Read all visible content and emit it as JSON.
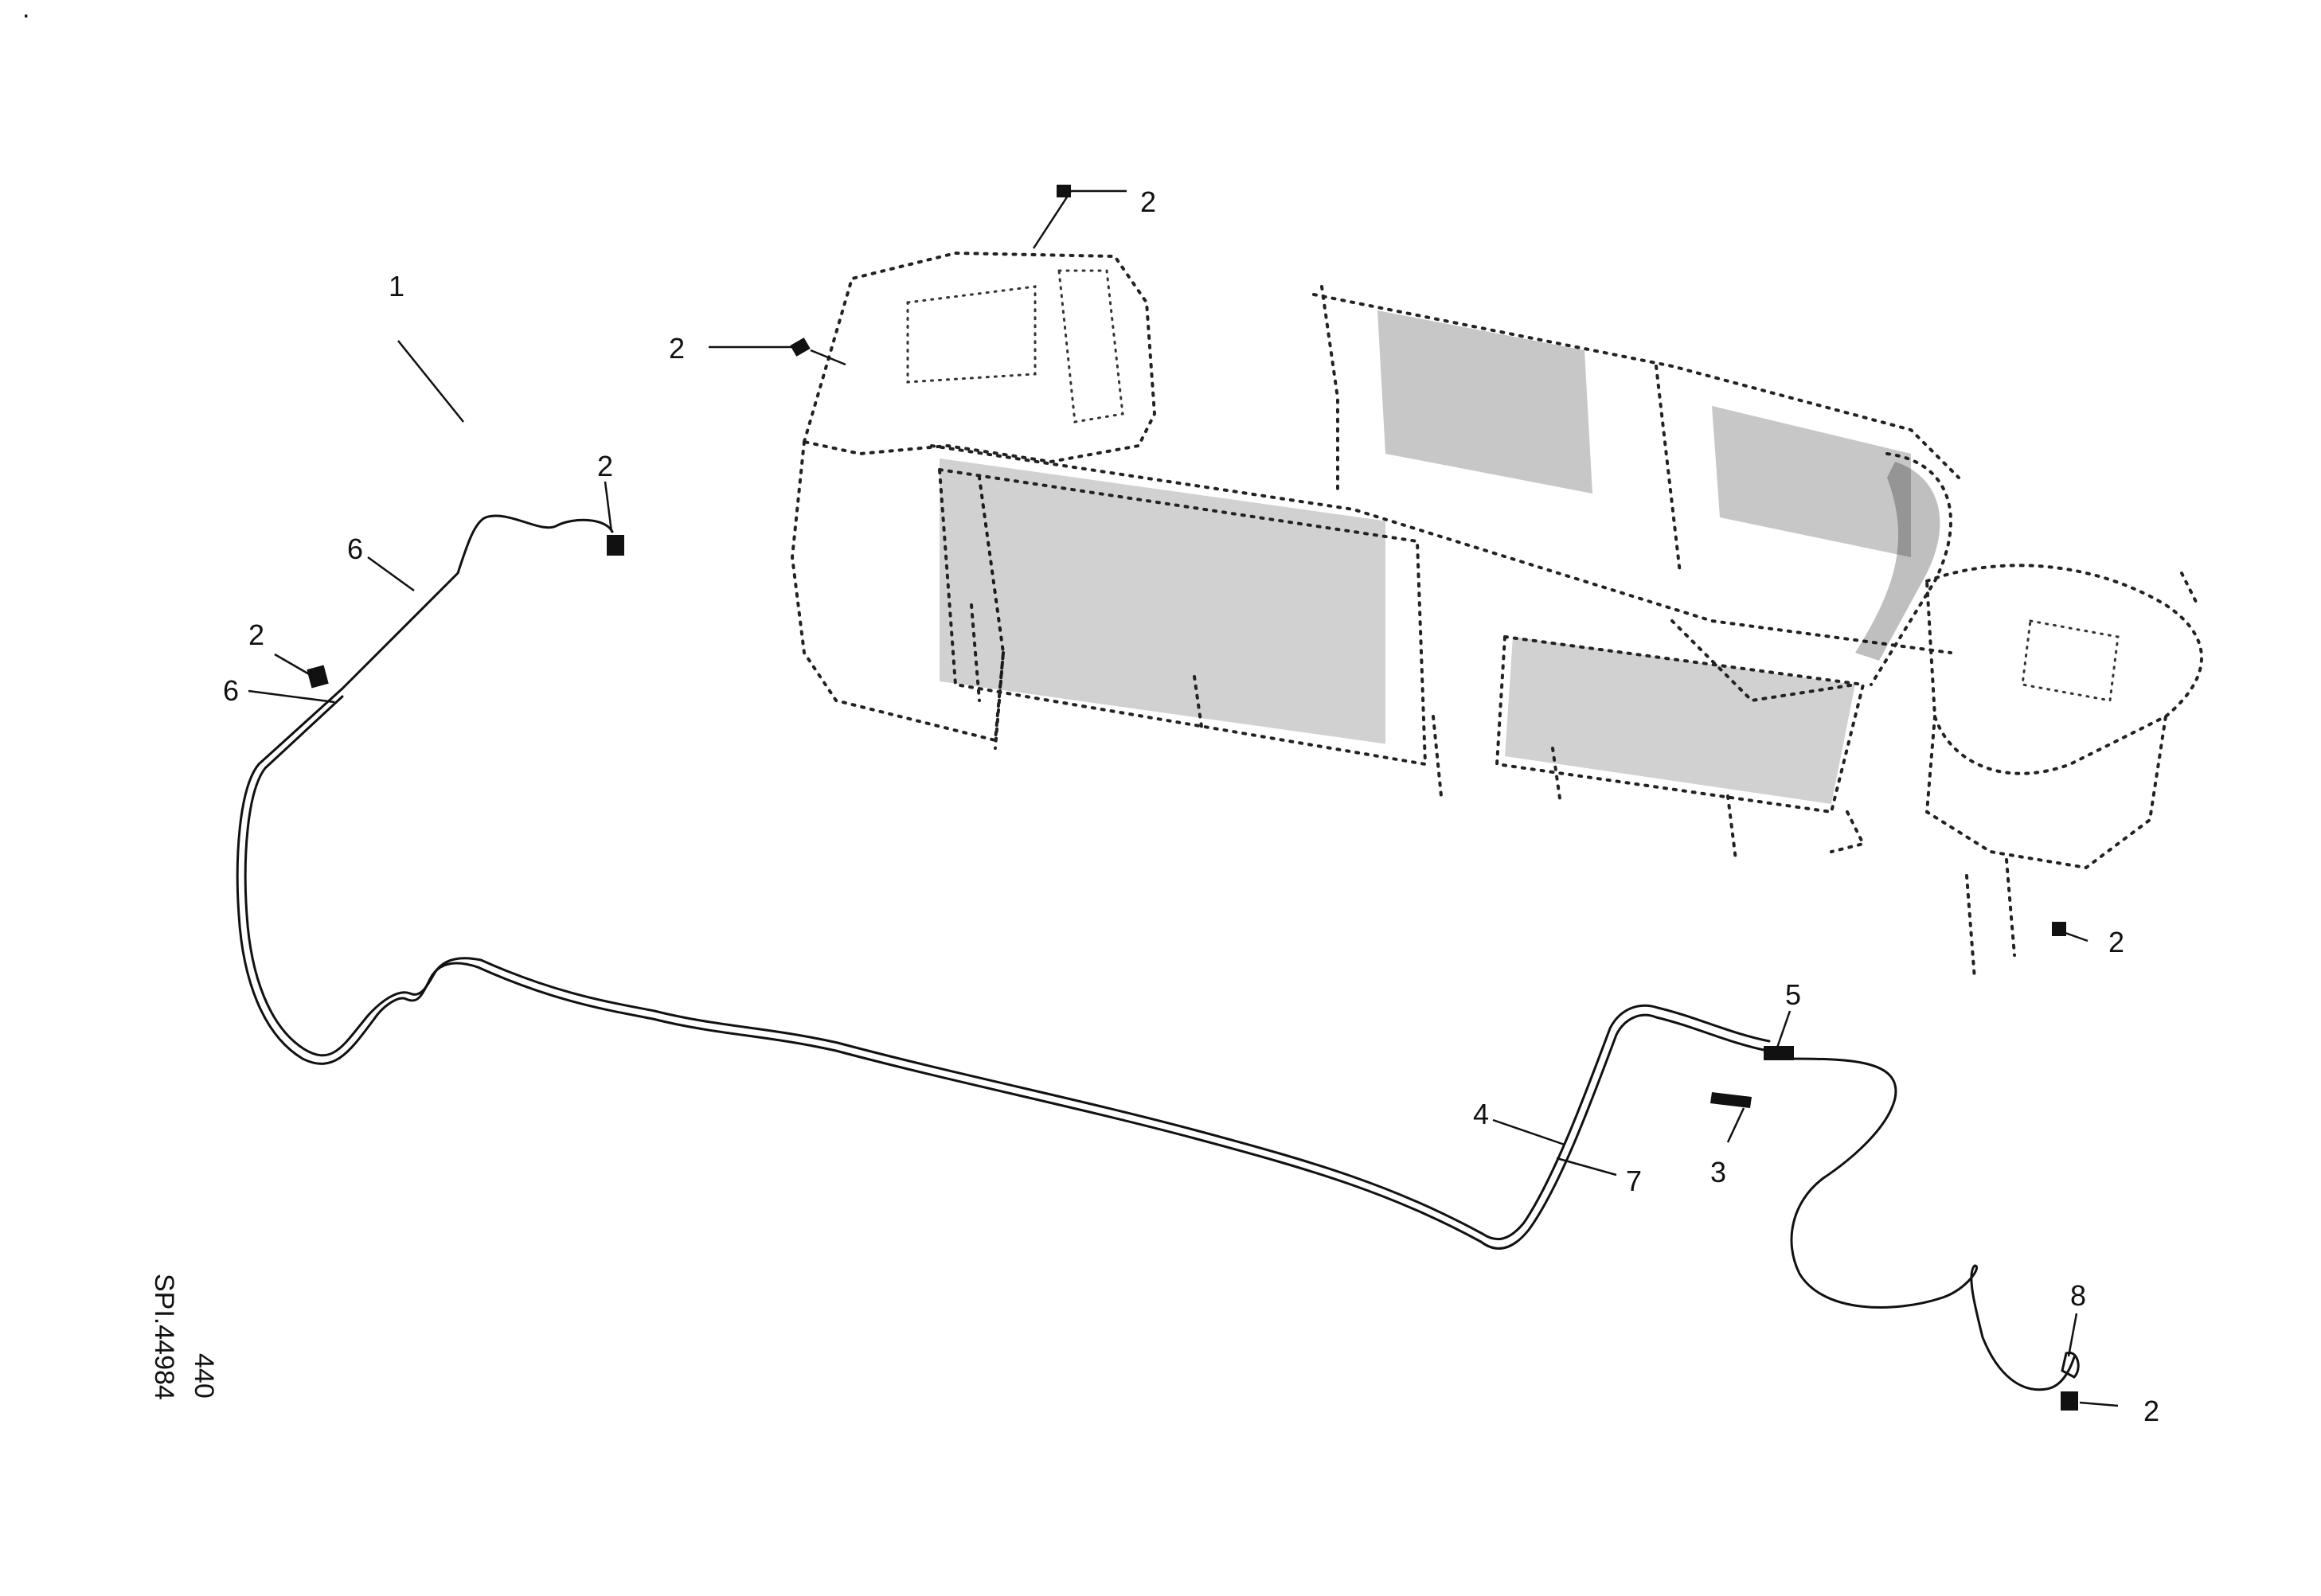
{
  "drawing": {
    "reference": "SPI.44984",
    "sheet": "440",
    "corner_mark": "."
  },
  "callouts": {
    "c1": "1",
    "c2a": "2",
    "c2b": "2",
    "c2c": "2",
    "c2d": "2",
    "c2e": "2",
    "c2f": "2",
    "c3": "3",
    "c4": "4",
    "c5": "5",
    "c6a": "6",
    "c6b": "6",
    "c7": "7",
    "c8": "8"
  }
}
